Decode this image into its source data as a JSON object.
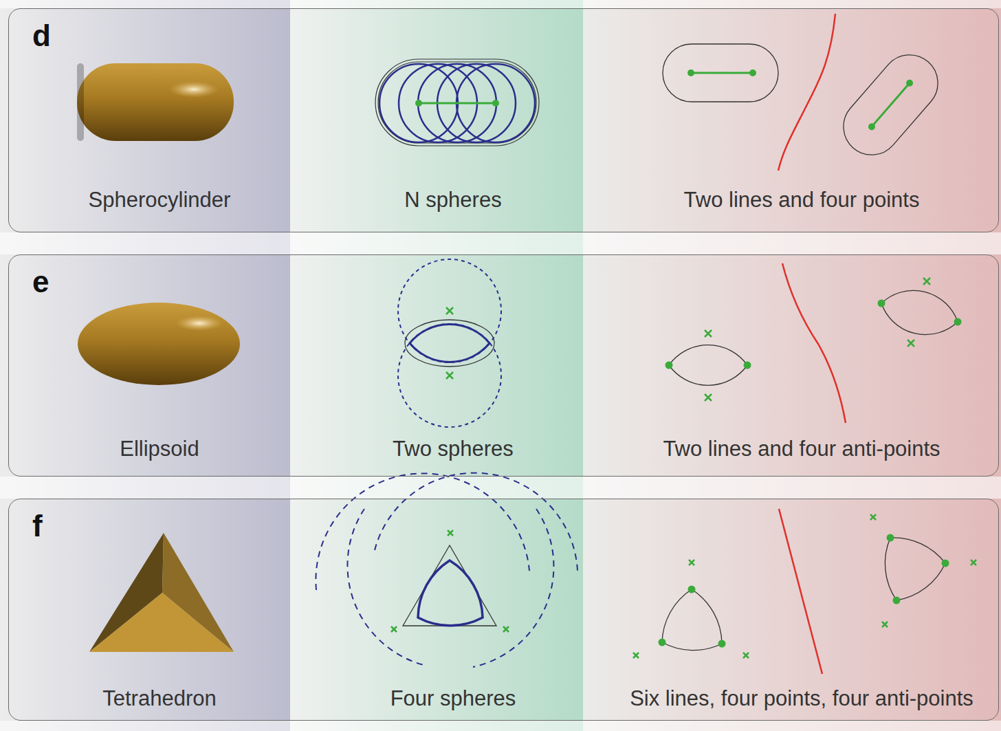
{
  "diagram": {
    "nodes": [
      {
        "text": [
          "d",
          "Spherocylinder",
          "N spheres",
          "Two lines and four points"
        ]
      },
      {
        "text": [
          "e",
          "Ellipsoid",
          "Two spheres",
          "Two lines and four anti-points"
        ]
      },
      {
        "text": [
          "f",
          "Tetrahedron",
          "Four spheres",
          "Six lines, four points, four anti-points"
        ]
      }
    ]
  }
}
